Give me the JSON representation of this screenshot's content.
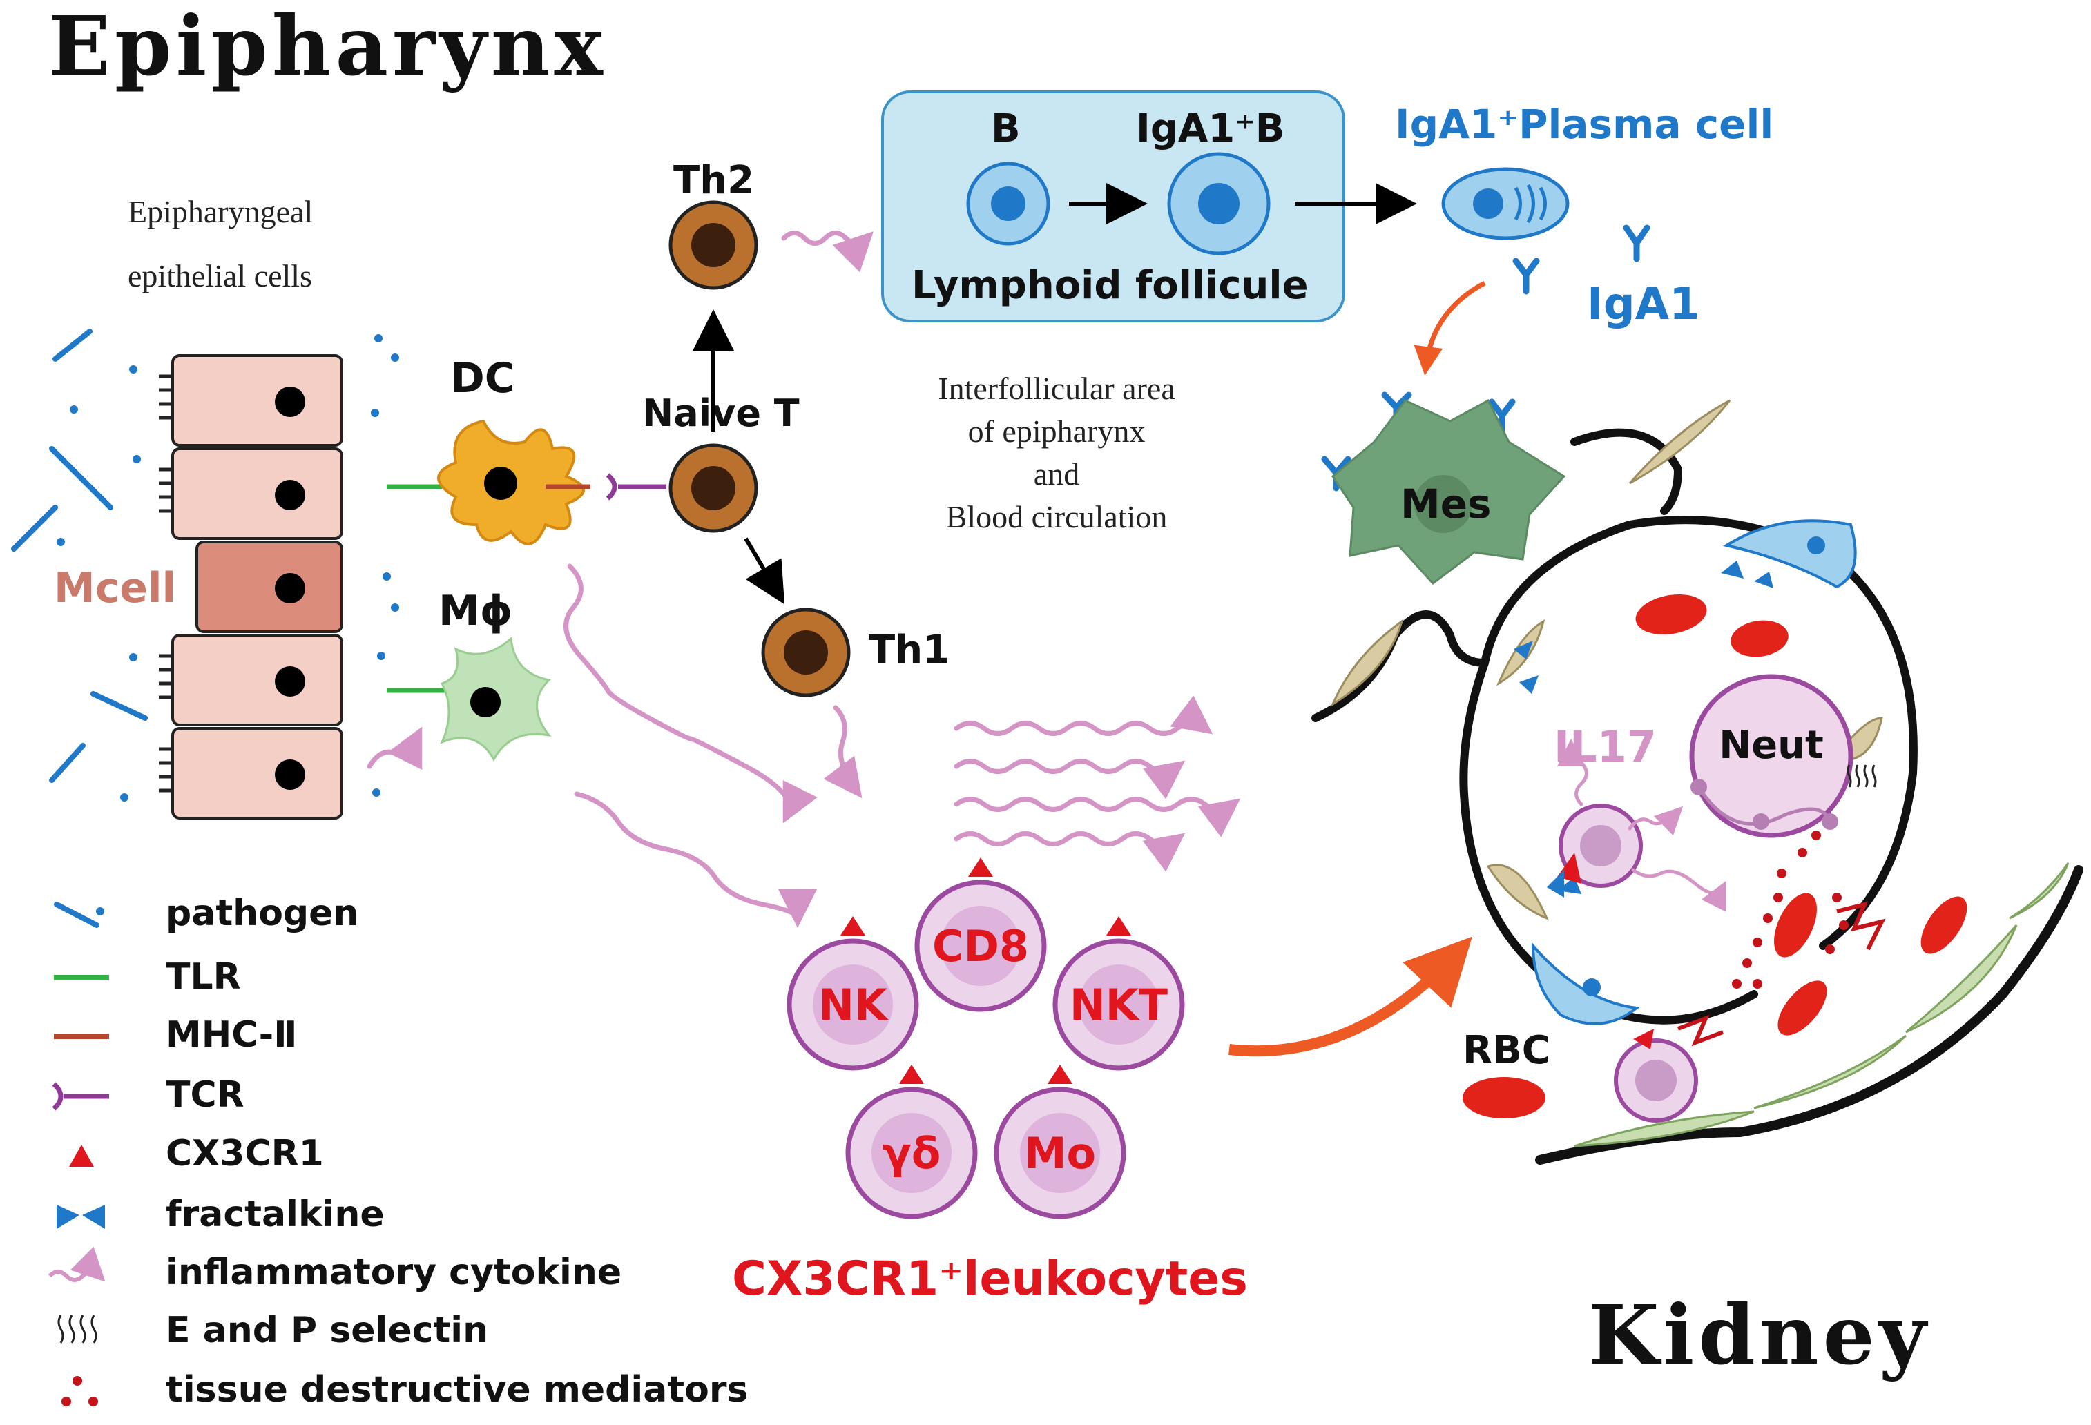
{
  "titles": {
    "epipharynx": "Epipharynx",
    "kidney": "Kidney"
  },
  "labels": {
    "epithelial_cells": [
      "Epipharyngeal",
      "epithelial cells"
    ],
    "mcell": "Mcell",
    "dc": "DC",
    "macrophage": "Mϕ",
    "naive_t": "Naive T",
    "th2": "Th2",
    "th1": "Th1",
    "b_cell": "B",
    "iga1_b": "IgA1⁺B",
    "lymphoid_follicule": "Lymphoid follicule",
    "plasma_cell": "IgA1⁺Plasma cell",
    "iga1": "IgA1",
    "interfollicular": [
      "Interfollicular area",
      "of epipharynx",
      "and",
      "Blood circulation"
    ],
    "mes": "Mes",
    "il17": "IL17",
    "neut": "Neut",
    "rbc": "RBC",
    "leukocytes_caption": "CX3CR1⁺leukocytes"
  },
  "leukocytes": [
    "CD8",
    "NK",
    "NKT",
    "γδ",
    "Mo"
  ],
  "legend": [
    {
      "icon": "pathogen-icon",
      "label": "pathogen"
    },
    {
      "icon": "tlr-icon",
      "label": "TLR"
    },
    {
      "icon": "mhc-ii-icon",
      "label": "MHC-Ⅱ"
    },
    {
      "icon": "tcr-icon",
      "label": "TCR"
    },
    {
      "icon": "cx3cr1-icon",
      "label": "CX3CR1"
    },
    {
      "icon": "fractalkine-icon",
      "label": "fractalkine"
    },
    {
      "icon": "cytokine-icon",
      "label": "inflammatory cytokine"
    },
    {
      "icon": "selectin-icon",
      "label": "E and P selectin"
    },
    {
      "icon": "mediator-icon",
      "label": "tissue destructive mediators"
    }
  ],
  "colors": {
    "pathogen": "#1f78c8",
    "tlr": "#33b344",
    "mhc": "#b5472e",
    "tcr": "#8e3a96",
    "cx3cr1": "#e0161e",
    "fractalkine": "#1f78c8",
    "cytokine": "#d494c6",
    "plasma_text": "#1f78c8",
    "leukocyte_text": "#e0161e",
    "mcell_text": "#c97a6a"
  }
}
